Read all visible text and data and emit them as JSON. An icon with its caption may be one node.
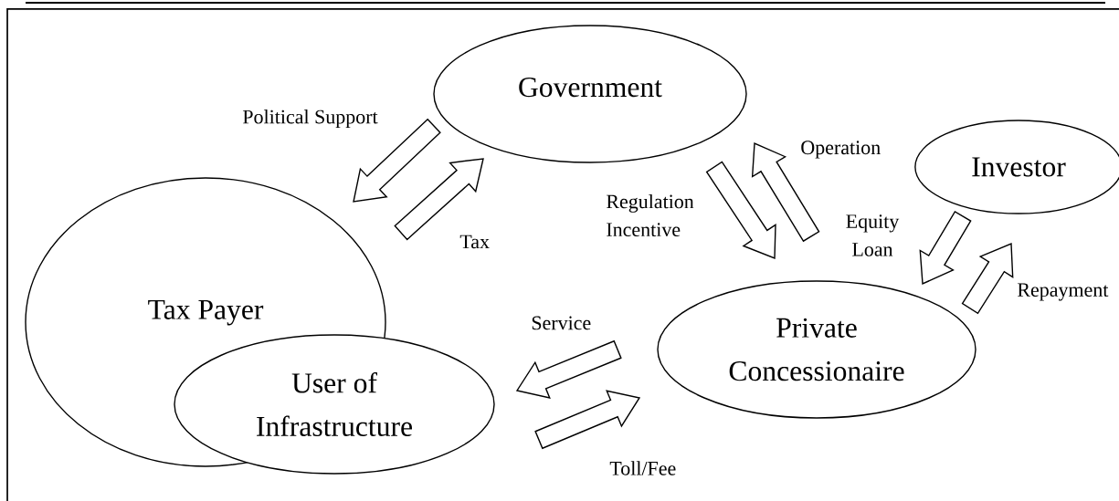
{
  "diagram": {
    "nodes": [
      {
        "text": [
          "Government"
        ]
      },
      {
        "text": [
          "Investor"
        ]
      },
      {
        "text": [
          "Tax Payer"
        ]
      },
      {
        "text": [
          "User of Infrastructure"
        ]
      },
      {
        "text": [
          "Private Concessionaire"
        ]
      }
    ],
    "edges": [
      {
        "from": 0,
        "to": 2,
        "arrow": "to",
        "label": "Political Support"
      },
      {
        "from": 2,
        "to": 0,
        "arrow": "to",
        "label": "Tax"
      },
      {
        "from": 0,
        "to": 4,
        "arrow": "to",
        "label": "Regulation Incentive"
      },
      {
        "from": 4,
        "to": 0,
        "arrow": "to",
        "label": "Operation"
      },
      {
        "from": 1,
        "to": 4,
        "arrow": "to",
        "label": "Equity Loan"
      },
      {
        "from": 4,
        "to": 1,
        "arrow": "to",
        "label": "Repayment"
      },
      {
        "from": 4,
        "to": 3,
        "arrow": "to",
        "label": "Service"
      },
      {
        "from": 3,
        "to": 4,
        "arrow": "to",
        "label": "Toll/Fee"
      }
    ]
  }
}
